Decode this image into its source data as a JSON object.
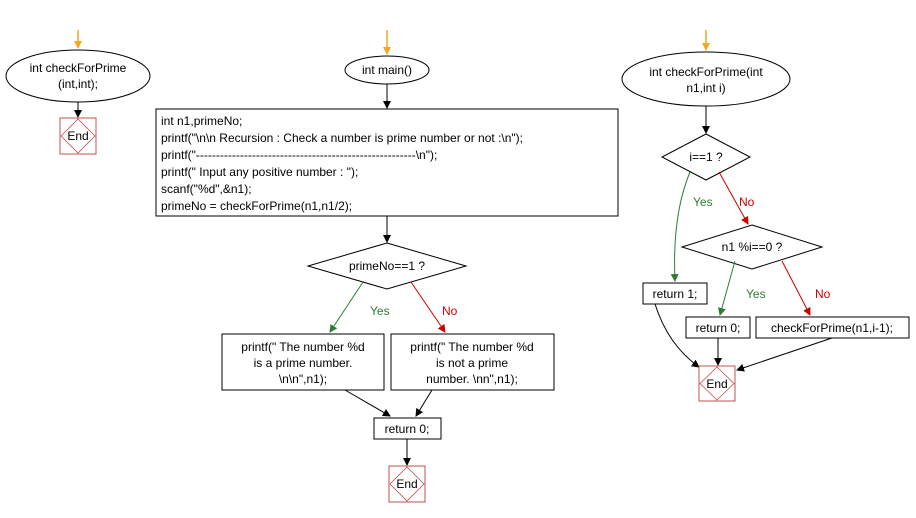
{
  "left": {
    "start_lines": [
      "int checkForPrime",
      "(int,int);"
    ],
    "end": "End"
  },
  "middle": {
    "start": "int main()",
    "code_lines": [
      "int n1,primeNo;",
      "printf(\"\\n\\n Recursion : Check a number is prime number or not :\\n\");",
      "printf(\"-------------------------------------------------------\\n\");",
      "printf(\" Input any positive number : \");",
      "scanf(\"%d\",&n1);",
      "primeNo = checkForPrime(n1,n1/2);"
    ],
    "decision": "primeNo==1 ?",
    "yes": "Yes",
    "no": "No",
    "yes_box": [
      "printf(\" The number %d",
      "is a prime number.",
      "\\n\\n\",n1);"
    ],
    "no_box": [
      "printf(\" The number %d",
      "is not a prime",
      "number. \\nn\",n1);"
    ],
    "return": "return 0;",
    "end": "End"
  },
  "right": {
    "start_lines": [
      "int checkForPrime(int",
      "n1,int i)"
    ],
    "decision1": "i==1 ?",
    "decision2": "n1 %i==0 ?",
    "yes": "Yes",
    "no": "No",
    "return1": "return 1;",
    "return0": "return 0;",
    "recurse": "checkForPrime(n1,i-1);",
    "end": "End"
  }
}
